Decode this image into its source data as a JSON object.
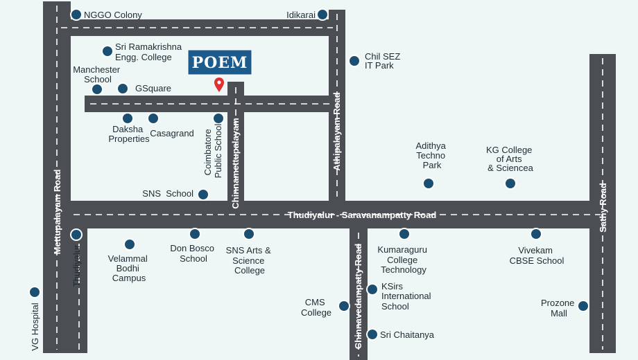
{
  "colors": {
    "background": "#eef7f5",
    "road": "#4b4e52",
    "road_dash": "#ffffff",
    "poi": "#1b4f72",
    "poi_ring": "#ffffff",
    "brand_box": "#1d5b8c",
    "pin": "#e03030"
  },
  "brand": {
    "name": "POEM",
    "pin_icon": "map-pin-icon"
  },
  "roads": {
    "mettupalayam": "Mettupalayam Road",
    "athipalayam": "Athipalayam Road",
    "chinnamettupalayam": "Chinnamettupalayam",
    "thudiyalur_saravanampatty": "Thudiyalur - Saravanampatty Road",
    "chinnavedampatty": "Chinnavedampatty Road",
    "sathy": "Sathy Road"
  },
  "places": {
    "nggo_colony": "NGGO Colony",
    "idikarai": "Idikarai",
    "chil_sez": [
      "Chil SEZ",
      "IT Park"
    ],
    "sri_ramakrishna": [
      "Sri Ramakrishna",
      "Engg. College"
    ],
    "manchester": [
      "Manchester",
      "School"
    ],
    "gsquare": "GSquare",
    "daksha": [
      "Daksha",
      "Properties"
    ],
    "casagrand": "Casagrand",
    "coimbatore_public": [
      "Coimbatore",
      "Public School"
    ],
    "sns_school": "SNS  School",
    "adithya": [
      "Adithya",
      "Techno",
      "Park"
    ],
    "kg_college": [
      "KG College",
      "of Arts",
      "& Sciencea"
    ],
    "thudiyalur": "Thudiyalur",
    "velammal": [
      "Velammal",
      "Bodhi",
      "Campus"
    ],
    "don_bosco": [
      "Don Bosco",
      "School"
    ],
    "sns_arts": [
      "SNS Arts &",
      "Science",
      "College"
    ],
    "kumaraguru": [
      "Kumaraguru",
      "College",
      "Technology"
    ],
    "vivekam": [
      "Vivekam",
      "CBSE School"
    ],
    "vg_hospital": "VG Hospital",
    "cms_college": [
      "CMS",
      "College"
    ],
    "ksirs": [
      "KSirs",
      "International",
      "School"
    ],
    "prozone": [
      "Prozone",
      "Mall"
    ],
    "sri_chaitanya": "Sri Chaitanya"
  }
}
